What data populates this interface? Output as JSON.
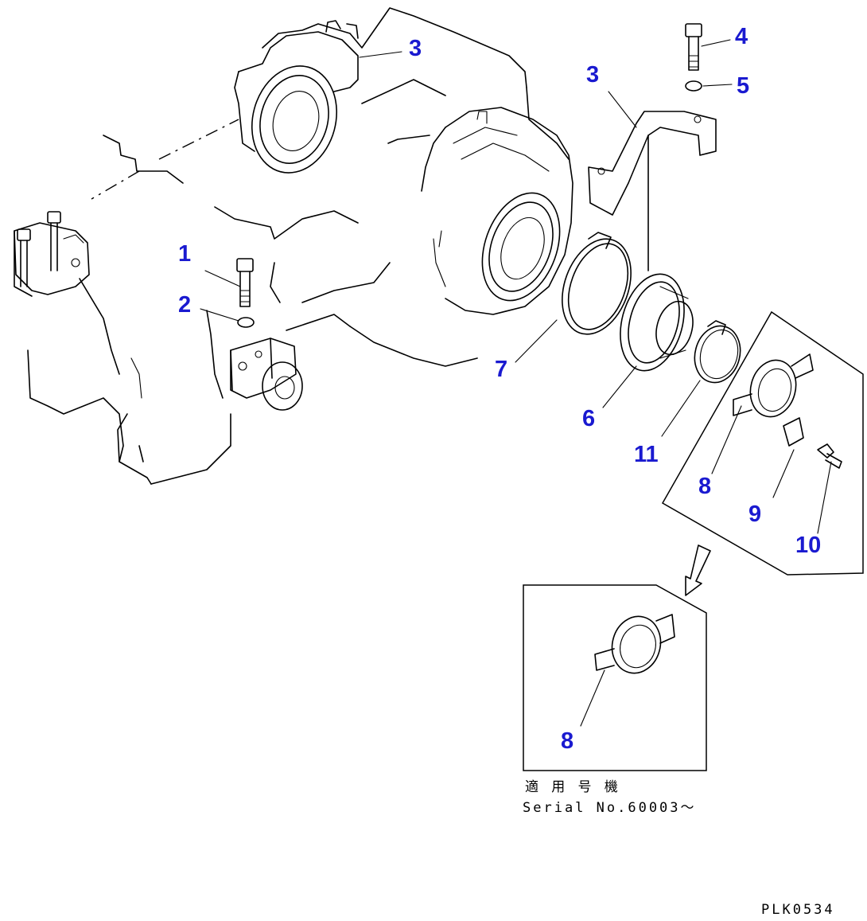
{
  "diagram": {
    "callouts": [
      {
        "id": "c1",
        "text": "1"
      },
      {
        "id": "c2",
        "text": "2"
      },
      {
        "id": "c3a",
        "text": "3"
      },
      {
        "id": "c3b",
        "text": "3"
      },
      {
        "id": "c4",
        "text": "4"
      },
      {
        "id": "c5",
        "text": "5"
      },
      {
        "id": "c6",
        "text": "6"
      },
      {
        "id": "c7",
        "text": "7"
      },
      {
        "id": "c8a",
        "text": "8"
      },
      {
        "id": "c8b",
        "text": "8"
      },
      {
        "id": "c9",
        "text": "9"
      },
      {
        "id": "c10",
        "text": "10"
      },
      {
        "id": "c11",
        "text": "11"
      }
    ],
    "applicability": {
      "label_jp": "適 用 号 機",
      "serial": "Serial No.60003〜"
    },
    "drawing_code": "PLK0534",
    "colors": {
      "callout": "#1a1ad0",
      "line": "#000000",
      "background": "#ffffff"
    }
  }
}
